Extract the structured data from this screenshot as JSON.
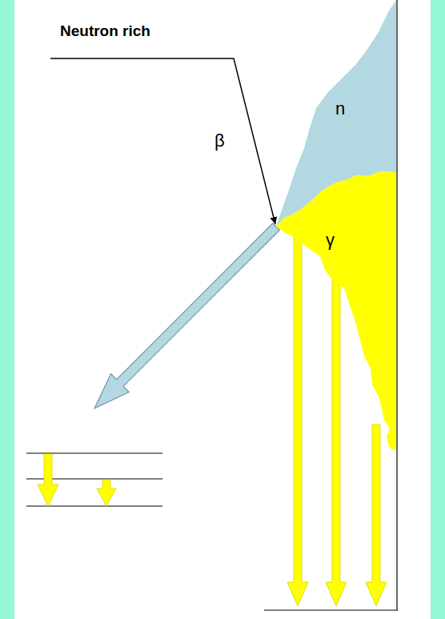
{
  "diagram": {
    "nodes": [
      {
        "text": [
          "n"
        ]
      },
      {
        "text": [
          "γ"
        ]
      }
    ],
    "labels": [
      "Neutron rich",
      "β"
    ]
  }
}
